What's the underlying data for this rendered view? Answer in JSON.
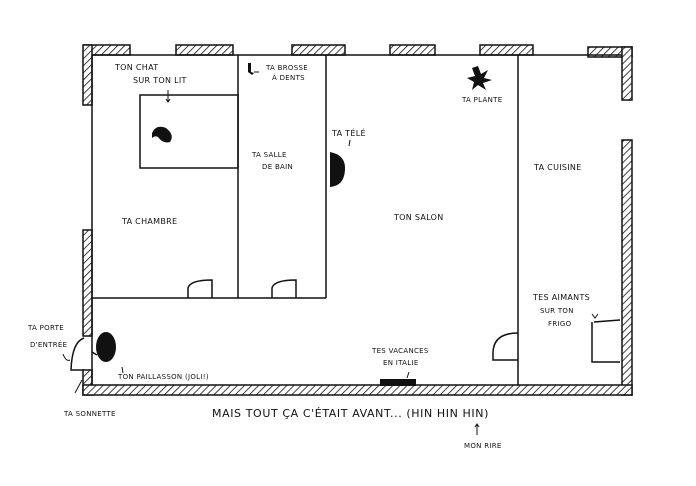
{
  "plan": {
    "rooms": {
      "bedroom": "Ta chambre",
      "bathroom_1": "Ta salle",
      "bathroom_2": "de bain",
      "living": "Ton salon",
      "kitchen": "Ta cuisine"
    },
    "items": {
      "cat_1": "Ton chat",
      "cat_2": "sur ton lit",
      "toothbrush_1": "Ta brosse",
      "toothbrush_2": "à dents",
      "tv": "Ta télé",
      "plant": "Ta plante",
      "door_1": "Ta porte",
      "door_2": "d'entrée",
      "doormat": "Ton paillasson (joli!)",
      "doorbell": "Ta sonnette",
      "holidays_1": "Tes vacances",
      "holidays_2": "en Italie",
      "magnets_1": "Tes aimants",
      "magnets_2": "sur ton",
      "magnets_3": "frigo"
    },
    "caption": "Mais tout ça c'était avant... (hin hin hin)",
    "laugh": "Mon rire"
  }
}
